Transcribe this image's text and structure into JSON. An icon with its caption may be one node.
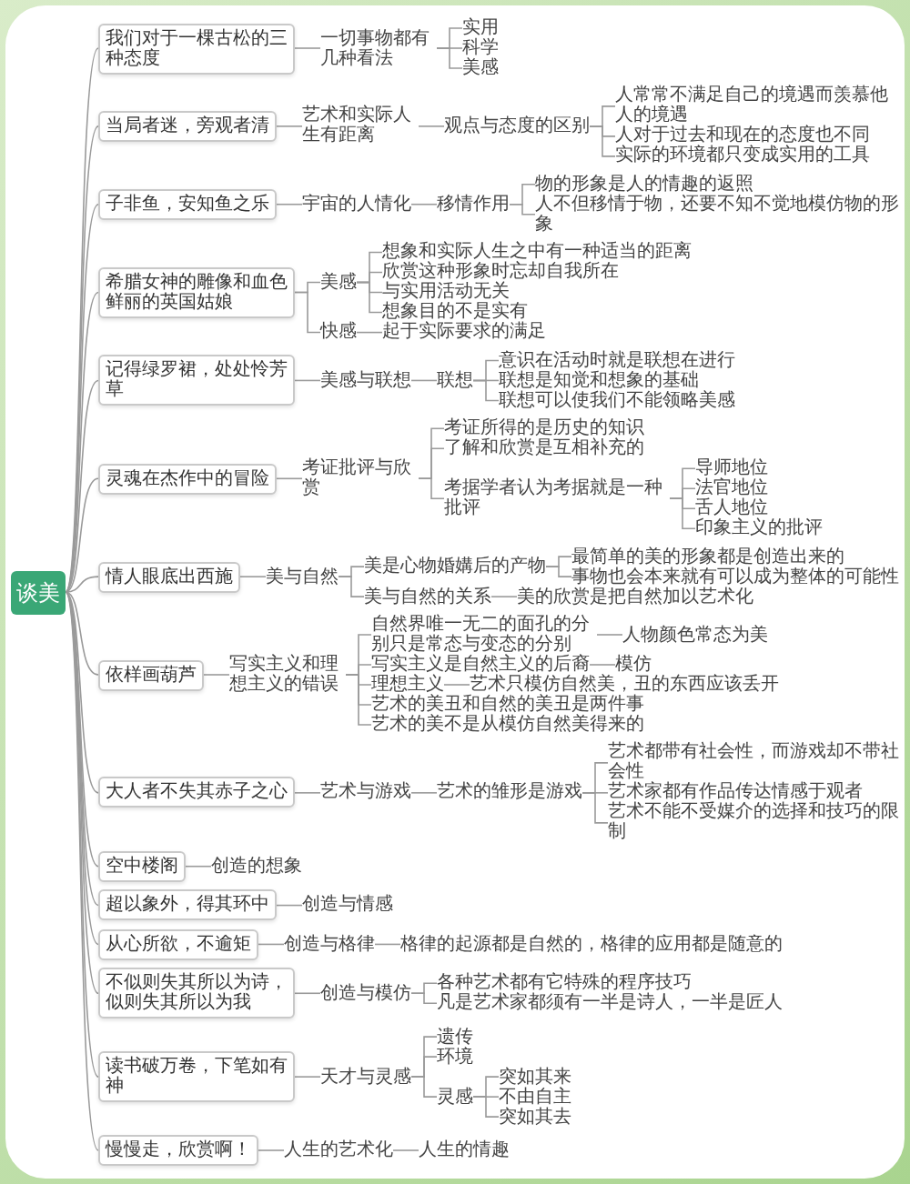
{
  "diagram": {
    "nodes": [
      {
        "text": [
          "谈美"
        ]
      },
      {
        "text": [
          "我们对于一棵古松的三种态度"
        ]
      },
      {
        "text": [
          "一切事物都有几种看法"
        ]
      },
      {
        "text": [
          "实用"
        ]
      },
      {
        "text": [
          "科学"
        ]
      },
      {
        "text": [
          "美感"
        ]
      },
      {
        "text": [
          "当局者迷，旁观者清"
        ]
      },
      {
        "text": [
          "艺术和实际人生有距离"
        ]
      },
      {
        "text": [
          "观点与态度的区别"
        ]
      },
      {
        "text": [
          "人常常不满足自己的境遇而羡慕他人的境遇"
        ]
      },
      {
        "text": [
          "人对于过去和现在的态度也不同"
        ]
      },
      {
        "text": [
          "实际的环境都只变成实用的工具"
        ]
      },
      {
        "text": [
          "子非鱼，安知鱼之乐"
        ]
      },
      {
        "text": [
          "宇宙的人情化"
        ]
      },
      {
        "text": [
          "移情作用"
        ]
      },
      {
        "text": [
          "物的形象是人的情趣的返照"
        ]
      },
      {
        "text": [
          "人不但移情于物，还要不知不觉地模仿物的形象"
        ]
      },
      {
        "text": [
          "希腊女神的雕像和血色鲜丽的英国姑娘"
        ]
      },
      {
        "text": [
          "美感"
        ]
      },
      {
        "text": [
          "想象和实际人生之中有一种适当的距离"
        ]
      },
      {
        "text": [
          "欣赏这种形象时忘却自我所在"
        ]
      },
      {
        "text": [
          "与实用活动无关"
        ]
      },
      {
        "text": [
          "想象目的不是实有"
        ]
      },
      {
        "text": [
          "快感"
        ]
      },
      {
        "text": [
          "起于实际要求的满足"
        ]
      },
      {
        "text": [
          "记得绿罗裙，处处怜芳草"
        ]
      },
      {
        "text": [
          "美感与联想"
        ]
      },
      {
        "text": [
          "联想"
        ]
      },
      {
        "text": [
          "意识在活动时就是联想在进行"
        ]
      },
      {
        "text": [
          "联想是知觉和想象的基础"
        ]
      },
      {
        "text": [
          "联想可以使我们不能领略美感"
        ]
      },
      {
        "text": [
          "灵魂在杰作中的冒险"
        ]
      },
      {
        "text": [
          "考证批评与欣赏"
        ]
      },
      {
        "text": [
          "考证所得的是历史的知识"
        ]
      },
      {
        "text": [
          "了解和欣赏是互相补充的"
        ]
      },
      {
        "text": [
          "考据学者认为考据就是一种批评"
        ]
      },
      {
        "text": [
          "导师地位"
        ]
      },
      {
        "text": [
          "法官地位"
        ]
      },
      {
        "text": [
          "舌人地位"
        ]
      },
      {
        "text": [
          "印象主义的批评"
        ]
      },
      {
        "text": [
          "情人眼底出西施"
        ]
      },
      {
        "text": [
          "美与自然"
        ]
      },
      {
        "text": [
          "美是心物婚媾后的产物"
        ]
      },
      {
        "text": [
          "最简单的美的形象都是创造出来的"
        ]
      },
      {
        "text": [
          "事物也会本来就有可以成为整体的可能性"
        ]
      },
      {
        "text": [
          "美与自然的关系"
        ]
      },
      {
        "text": [
          "美的欣赏是把自然加以艺术化"
        ]
      },
      {
        "text": [
          "依样画葫芦"
        ]
      },
      {
        "text": [
          "写实主义和理想主义的错误"
        ]
      },
      {
        "text": [
          "自然界唯一无二的面孔的分别只是常态与变态的分别"
        ]
      },
      {
        "text": [
          "人物颜色常态为美"
        ]
      },
      {
        "text": [
          "写实主义是自然主义的后裔"
        ]
      },
      {
        "text": [
          "模仿"
        ]
      },
      {
        "text": [
          "理想主义"
        ]
      },
      {
        "text": [
          "艺术只模仿自然美，丑的东西应该丢开"
        ]
      },
      {
        "text": [
          "艺术的美丑和自然的美丑是两件事"
        ]
      },
      {
        "text": [
          "艺术的美不是从模仿自然美得来的"
        ]
      },
      {
        "text": [
          "大人者不失其赤子之心"
        ]
      },
      {
        "text": [
          "艺术与游戏"
        ]
      },
      {
        "text": [
          "艺术的雏形是游戏"
        ]
      },
      {
        "text": [
          "艺术都带有社会性，而游戏却不带社会性"
        ]
      },
      {
        "text": [
          "艺术家都有作品传达情感于观者"
        ]
      },
      {
        "text": [
          "艺术不能不受媒介的选择和技巧的限制"
        ]
      },
      {
        "text": [
          "空中楼阁"
        ]
      },
      {
        "text": [
          "创造的想象"
        ]
      },
      {
        "text": [
          "超以象外，得其环中"
        ]
      },
      {
        "text": [
          "创造与情感"
        ]
      },
      {
        "text": [
          "从心所欲，不逾矩"
        ]
      },
      {
        "text": [
          "创造与格律"
        ]
      },
      {
        "text": [
          "格律的起源都是自然的，格律的应用都是随意的"
        ]
      },
      {
        "text": [
          "不似则失其所以为诗，似则失其所以为我"
        ]
      },
      {
        "text": [
          "创造与模仿"
        ]
      },
      {
        "text": [
          "各种艺术都有它特殊的程序技巧"
        ]
      },
      {
        "text": [
          "凡是艺术家都须有一半是诗人，一半是匠人"
        ]
      },
      {
        "text": [
          "读书破万卷，下笔如有神"
        ]
      },
      {
        "text": [
          "天才与灵感"
        ]
      },
      {
        "text": [
          "遗传"
        ]
      },
      {
        "text": [
          "环境"
        ]
      },
      {
        "text": [
          "灵感"
        ]
      },
      {
        "text": [
          "突如其来"
        ]
      },
      {
        "text": [
          "不由自主"
        ]
      },
      {
        "text": [
          "突如其去"
        ]
      },
      {
        "text": [
          "慢慢走，欣赏啊！"
        ]
      },
      {
        "text": [
          "人生的艺术化"
        ]
      },
      {
        "text": [
          "人生的情趣"
        ]
      }
    ],
    "edges": [
      {
        "from": 0,
        "to": 1,
        "arrow": "none"
      },
      {
        "from": 1,
        "to": 2,
        "arrow": "none"
      },
      {
        "from": 2,
        "to": 3,
        "arrow": "none"
      },
      {
        "from": 2,
        "to": 4,
        "arrow": "none"
      },
      {
        "from": 2,
        "to": 5,
        "arrow": "none"
      },
      {
        "from": 0,
        "to": 6,
        "arrow": "none"
      },
      {
        "from": 6,
        "to": 7,
        "arrow": "none"
      },
      {
        "from": 7,
        "to": 8,
        "arrow": "none"
      },
      {
        "from": 8,
        "to": 9,
        "arrow": "none"
      },
      {
        "from": 8,
        "to": 10,
        "arrow": "none"
      },
      {
        "from": 8,
        "to": 11,
        "arrow": "none"
      },
      {
        "from": 0,
        "to": 12,
        "arrow": "none"
      },
      {
        "from": 12,
        "to": 13,
        "arrow": "none"
      },
      {
        "from": 13,
        "to": 14,
        "arrow": "none"
      },
      {
        "from": 14,
        "to": 15,
        "arrow": "none"
      },
      {
        "from": 14,
        "to": 16,
        "arrow": "none"
      },
      {
        "from": 0,
        "to": 17,
        "arrow": "none"
      },
      {
        "from": 17,
        "to": 18,
        "arrow": "none"
      },
      {
        "from": 18,
        "to": 19,
        "arrow": "none"
      },
      {
        "from": 18,
        "to": 20,
        "arrow": "none"
      },
      {
        "from": 18,
        "to": 21,
        "arrow": "none"
      },
      {
        "from": 18,
        "to": 22,
        "arrow": "none"
      },
      {
        "from": 17,
        "to": 23,
        "arrow": "none"
      },
      {
        "from": 23,
        "to": 24,
        "arrow": "none"
      },
      {
        "from": 0,
        "to": 25,
        "arrow": "none"
      },
      {
        "from": 25,
        "to": 26,
        "arrow": "none"
      },
      {
        "from": 26,
        "to": 27,
        "arrow": "none"
      },
      {
        "from": 27,
        "to": 28,
        "arrow": "none"
      },
      {
        "from": 27,
        "to": 29,
        "arrow": "none"
      },
      {
        "from": 27,
        "to": 30,
        "arrow": "none"
      },
      {
        "from": 0,
        "to": 31,
        "arrow": "none"
      },
      {
        "from": 31,
        "to": 32,
        "arrow": "none"
      },
      {
        "from": 32,
        "to": 33,
        "arrow": "none"
      },
      {
        "from": 32,
        "to": 34,
        "arrow": "none"
      },
      {
        "from": 32,
        "to": 35,
        "arrow": "none"
      },
      {
        "from": 35,
        "to": 36,
        "arrow": "none"
      },
      {
        "from": 35,
        "to": 37,
        "arrow": "none"
      },
      {
        "from": 35,
        "to": 38,
        "arrow": "none"
      },
      {
        "from": 35,
        "to": 39,
        "arrow": "none"
      },
      {
        "from": 0,
        "to": 40,
        "arrow": "none"
      },
      {
        "from": 40,
        "to": 41,
        "arrow": "none"
      },
      {
        "from": 41,
        "to": 42,
        "arrow": "none"
      },
      {
        "from": 42,
        "to": 43,
        "arrow": "none"
      },
      {
        "from": 42,
        "to": 44,
        "arrow": "none"
      },
      {
        "from": 41,
        "to": 45,
        "arrow": "none"
      },
      {
        "from": 45,
        "to": 46,
        "arrow": "none"
      },
      {
        "from": 0,
        "to": 47,
        "arrow": "none"
      },
      {
        "from": 47,
        "to": 48,
        "arrow": "none"
      },
      {
        "from": 48,
        "to": 49,
        "arrow": "none"
      },
      {
        "from": 49,
        "to": 50,
        "arrow": "none"
      },
      {
        "from": 48,
        "to": 51,
        "arrow": "none"
      },
      {
        "from": 51,
        "to": 52,
        "arrow": "none"
      },
      {
        "from": 48,
        "to": 53,
        "arrow": "none"
      },
      {
        "from": 53,
        "to": 54,
        "arrow": "none"
      },
      {
        "from": 48,
        "to": 55,
        "arrow": "none"
      },
      {
        "from": 48,
        "to": 56,
        "arrow": "none"
      },
      {
        "from": 0,
        "to": 57,
        "arrow": "none"
      },
      {
        "from": 57,
        "to": 58,
        "arrow": "none"
      },
      {
        "from": 58,
        "to": 59,
        "arrow": "none"
      },
      {
        "from": 59,
        "to": 60,
        "arrow": "none"
      },
      {
        "from": 59,
        "to": 61,
        "arrow": "none"
      },
      {
        "from": 59,
        "to": 62,
        "arrow": "none"
      },
      {
        "from": 0,
        "to": 63,
        "arrow": "none"
      },
      {
        "from": 63,
        "to": 64,
        "arrow": "none"
      },
      {
        "from": 0,
        "to": 65,
        "arrow": "none"
      },
      {
        "from": 65,
        "to": 66,
        "arrow": "none"
      },
      {
        "from": 0,
        "to": 67,
        "arrow": "none"
      },
      {
        "from": 67,
        "to": 68,
        "arrow": "none"
      },
      {
        "from": 68,
        "to": 69,
        "arrow": "none"
      },
      {
        "from": 0,
        "to": 70,
        "arrow": "none"
      },
      {
        "from": 70,
        "to": 71,
        "arrow": "none"
      },
      {
        "from": 71,
        "to": 72,
        "arrow": "none"
      },
      {
        "from": 71,
        "to": 73,
        "arrow": "none"
      },
      {
        "from": 0,
        "to": 74,
        "arrow": "none"
      },
      {
        "from": 74,
        "to": 75,
        "arrow": "none"
      },
      {
        "from": 75,
        "to": 76,
        "arrow": "none"
      },
      {
        "from": 75,
        "to": 77,
        "arrow": "none"
      },
      {
        "from": 75,
        "to": 78,
        "arrow": "none"
      },
      {
        "from": 78,
        "to": 79,
        "arrow": "none"
      },
      {
        "from": 78,
        "to": 80,
        "arrow": "none"
      },
      {
        "from": 78,
        "to": 81,
        "arrow": "none"
      },
      {
        "from": 0,
        "to": 82,
        "arrow": "none"
      },
      {
        "from": 82,
        "to": 83,
        "arrow": "none"
      },
      {
        "from": 83,
        "to": 84,
        "arrow": "none"
      }
    ]
  }
}
